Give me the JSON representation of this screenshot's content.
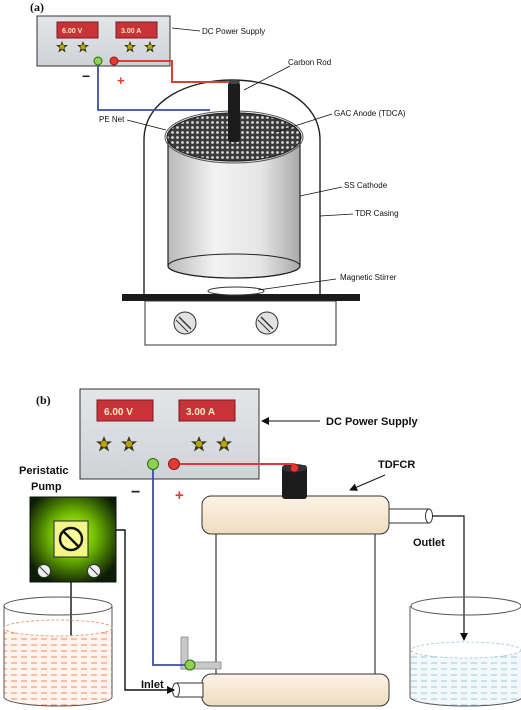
{
  "panel_a": {
    "tag": "(a)",
    "voltage": "6.00  V",
    "current": "3.00  A",
    "labels": {
      "power_supply": "DC Power Supply",
      "carbon_rod": "Carbon Rod",
      "pe_net": "PE Net",
      "gac_anode": "GAC Anode (TDCA)",
      "ss_cathode": "SS Cathode",
      "tdr_casing": "TDR Casing",
      "stirrer": "Magnetic Stirrer"
    },
    "minus": "−",
    "plus": "+"
  },
  "panel_b": {
    "tag": "(b)",
    "voltage": "6.00  V",
    "current": "3.00  A",
    "labels": {
      "power_supply": "DC Power Supply",
      "pump_line1": "Peristatic",
      "pump_line2": "Pump",
      "tdfcr": "TDFCR",
      "outlet": "Outlet",
      "inlet": "Inlet"
    },
    "minus": "−",
    "plus": "+"
  },
  "colors": {
    "display_bg": "#c8333a",
    "positive_wire": "#e53935",
    "negative_wire": "#3a4fa8",
    "casing_fill": "#f7e8d2",
    "pump_glow": "#9fe000",
    "liquid_orange": "#f08a5d",
    "liquid_blue": "#9ec8d8"
  }
}
